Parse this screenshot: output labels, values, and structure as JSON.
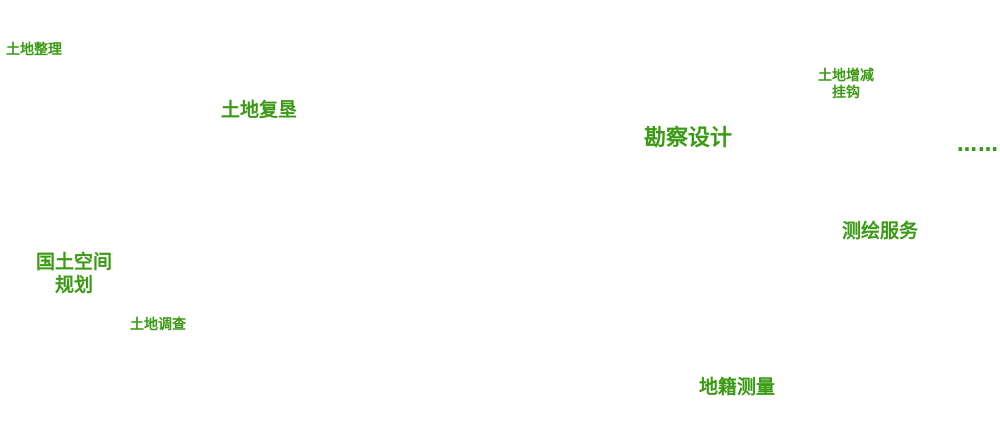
{
  "tags": {
    "land_consolidation": "土地整理",
    "land_reclamation": "土地复垦",
    "land_increase_decrease_line1": "土地增减",
    "land_increase_decrease_line2": "挂钩",
    "survey_design": "勘察设计",
    "more": "……",
    "surveying_service": "测绘服务",
    "spatial_planning_line1": "国土空间",
    "spatial_planning_line2": "规划",
    "land_survey": "土地调查",
    "cadastral_survey": "地籍测量"
  },
  "colors": {
    "tag_green": "#3a9a14"
  }
}
